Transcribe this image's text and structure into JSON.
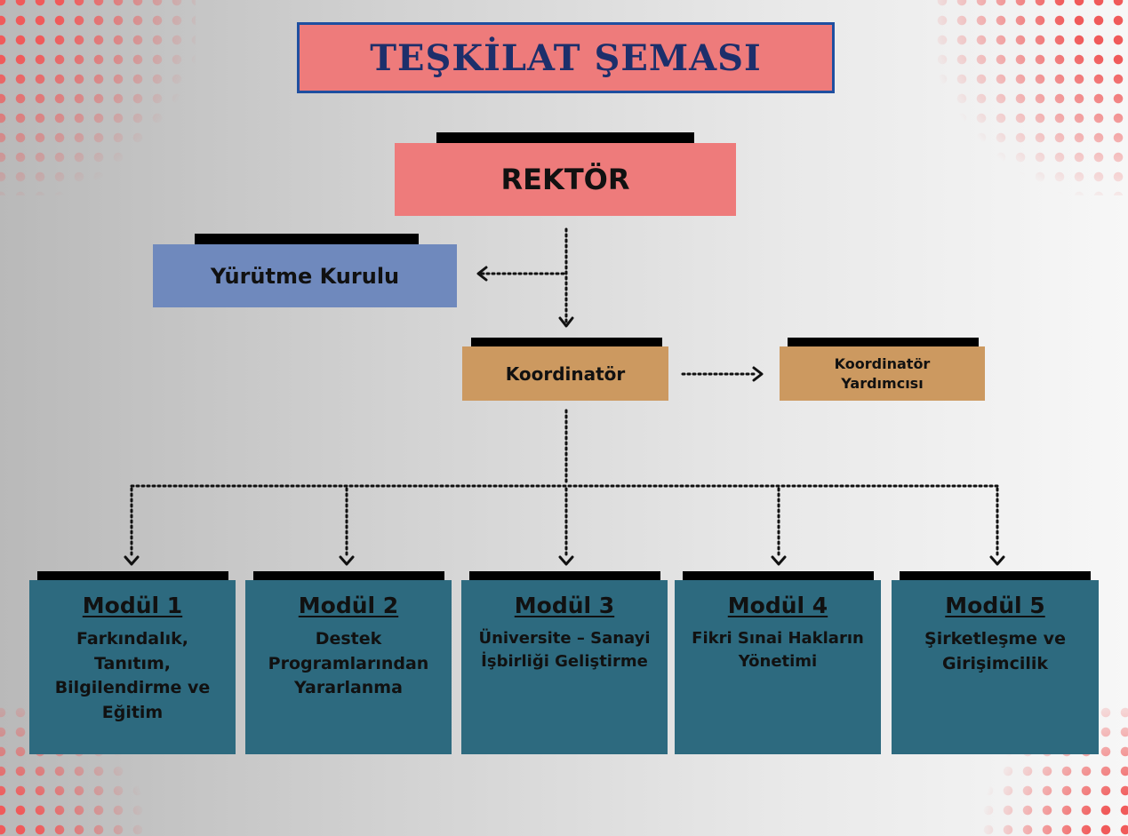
{
  "title": "TEŞKİLAT ŞEMASI",
  "nodes": {
    "rektor": "REKTÖR",
    "yurutme": "Yürütme Kurulu",
    "koordinator": "Koordinatör",
    "koordinator_yardimcisi_line1": "Koordinatör",
    "koordinator_yardimcisi_line2": "Yardımcısı"
  },
  "modules": [
    {
      "title": "Modül 1",
      "lines": [
        "Farkındalık,",
        "Tanıtım,",
        "Bilgilendirme ve",
        "Eğitim"
      ]
    },
    {
      "title": "Modül 2",
      "lines": [
        "Destek",
        "Programlarından",
        "Yararlanma"
      ]
    },
    {
      "title": "Modül 3",
      "lines": [
        "Üniversite – Sanayi",
        "İşbirliği Geliştirme"
      ]
    },
    {
      "title": "Modül 4",
      "lines": [
        "Fikri Sınai Hakların",
        "Yönetimi"
      ]
    },
    {
      "title": "Modül 5",
      "lines": [
        "Şirketleşme ve",
        "Girişimcilik"
      ]
    }
  ],
  "colors": {
    "title_box": "#ee7b7b",
    "title_border": "#1f4fa0",
    "title_text": "#1d2f6b",
    "rektor": "#ee7b7b",
    "yurutme": "#6f89bd",
    "koordinator": "#cc9960",
    "module": "#2d6a7f",
    "dots": "#f05a5a"
  }
}
